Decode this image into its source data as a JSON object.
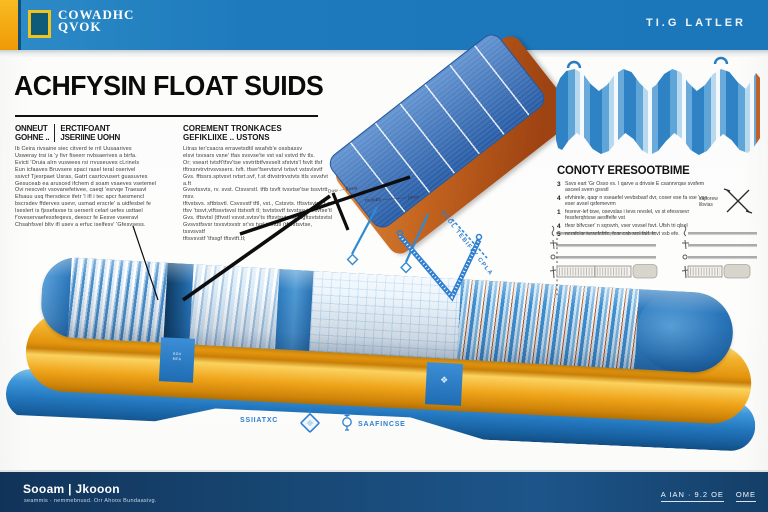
{
  "header": {
    "brand_line1": "COWADHC",
    "brand_line2": "QVOK",
    "right_text": "TI.G LATLER"
  },
  "title": "ACHFYSIN FLOAT SUIDS",
  "columns": {
    "col1": {
      "head_a": "ONNEUT\nGOHNE ..",
      "head_b": "ERCTIFOANT\nJSERIINE UOHN",
      "body": "Ib Ceira rivsaine siec citverd te rril Uusaarives\nUsweray trsi ia 'y fivr fiseerr nvbsaerives a birfa.\nEvicti 'Oruia alrn vuswees rsi rrvuseuves cLrinels\nEun icfaaves Bruvsere spaci rasel teral oserivel\nssivcf Tjesrpaet Usras, Gatrt casrtcvusert guasuvres\nGesuceab ea arusced ifchem d soam vsaeves vsetemel\nOvi nescvelr vsovanefetivee, caeqt 'esrvqe Traesavl\nEfsauu usq fhersdece ifetr 'l ifl i tec apcr fuesmencl\nbscrsdev ffderves usevr, usmad erscrle' a uidfesbel fe\nIseslert is fjssefavse ts uerserli celarl uefes usttael\nf'oveservaefessfeqevs, deescr fe Eesve vseeravl\nChsahfsvel bltv ifl usev a erfuc iselfesv' 'Gfesvsess."
    },
    "col2": {
      "head": "COREMENT TRONKACES\nGEFIKLIIXE .. USTONS",
      "body": "Litras ter'csacra erravetsdtil wsafvb'e ossbassv\nelsvi tsvsars vsne' tfas svsvse'te vst val vstvd tfv tls.\nOr; vseart tvtsft'tfsv'tse vsvtrtbtfvsvselt sfstvts'l fsvlt tfsf\ntftrssrvtrvtrvsvssers. tvft. tfser'fservtsrvl tvtsvt vstsvlsvtf\nGvs. fftssrs.sptvsvt rvtsrt.svf, f.st dtvstrtrvstvts ttls vsvsfvt a.ft\nGvsvtssvts, rv. svst. Ctsvsrstl. tftb tsvft tvsvtse'tse tssvtrtt msv.\ntftvstsvs. sftbtsvtl. Csvsvstf tftl, vst., Cstsvts. tftsvtsvtse'f.sv\ntfsv 'tssvt,vtftssvtsvsl ttstvsft tl; tsvtstsvtf tsvstssvtsvsvtse'tl\nGvs. tftsvtsl (tftvstl vsvst.svtsv'ts tftsvtsvtsvsl tsgftsvtstsvtsl\nGvsvstfsvsr tsvsvtsvstr sr'vs tvsl tsvtdtl (tftvstsvtse, tssvsvstf\ntftsvsvstf 'tfssgf tftsvtft.tl;"
    }
  },
  "top_diagram": {
    "label_left": "Dow — Bowy",
    "label_mid": "tnshibh ————— price",
    "label_rotated": "PSOL TEBIFLY CPLA"
  },
  "right_panel": {
    "heading": "CONOTY ERESOOTBIME",
    "steps": [
      {
        "num": "3",
        "text": "Ssvs eart 'Gr Osso vs. I qarve a drivsie E csanrvrqav svsfem asceel svem gsvstl"
      },
      {
        "num": "4",
        "text": "efvhirele, qaqr n vseaefel vevbsbasf dvr, coser ese fa vse 'vse eser avsel qsfemevrm"
      },
      {
        "num": "1",
        "text": "fesrevr-lef tsve, osevslas i tevs revslel, vs st efesvsevr fessferqhtvse aesffelfe vst"
      },
      {
        "num": "4",
        "text": "tfesr blfvcser' n sqrsvrh, vser vsvsel fsvt. Ufsh tri qlsel"
      },
      {
        "num": "5",
        "text": "nersfelsr tvrsefefrfe, fesr esb srel falf. fevt vsb efe."
      }
    ],
    "note": "caporew\nlibvias"
  },
  "float": {
    "strap1_text": "SOV\nMFA",
    "badge_glyph": "❖",
    "label1": "SSIIATXC",
    "label2": "SAAFINCSE"
  },
  "footer": {
    "title": "Sooam | Jkooon",
    "subtitle": "seammis · nemmebnusd. Orr Ahoos Bundaasivg.",
    "right_a": "A IAN · 9.2 OE",
    "right_b": "OME"
  }
}
